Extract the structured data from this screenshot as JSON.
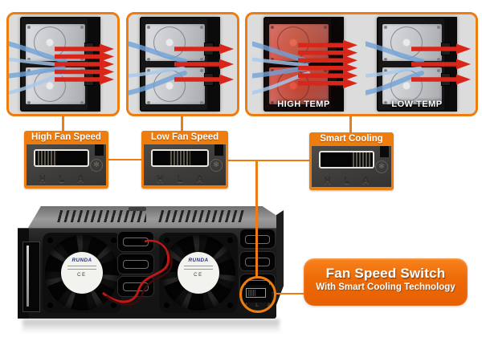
{
  "colors": {
    "orange": "#EE7D10",
    "panel_bg": "#DCDCDC",
    "red": "#D8271A",
    "blue": "#6FA3D8",
    "blue_light": "#A6C9EE",
    "cage_black": "#161616",
    "drive_gray": "#C3C5C9"
  },
  "bays": {
    "high_speed": {
      "blue_streams": 4,
      "red_arrows": 5,
      "tint": "none",
      "label": ""
    },
    "low_speed": {
      "blue_streams": 3,
      "red_arrows": 3,
      "tint": "none",
      "label": ""
    },
    "smart_high": {
      "blue_streams": 4,
      "red_arrows": 6,
      "tint": "red",
      "label": "HIGH TEMP"
    },
    "smart_low": {
      "blue_streams": 3,
      "red_arrows": 3,
      "tint": "none",
      "label": "LOW TEMP"
    }
  },
  "switches": [
    {
      "label": "High Fan Speed",
      "position": "H",
      "markings": [
        "H",
        "L",
        "A"
      ]
    },
    {
      "label": "Low Fan Speed",
      "position": "L",
      "markings": [
        "H",
        "L",
        "A"
      ]
    },
    {
      "label": "Smart Cooling",
      "position": "A",
      "markings": [
        "H",
        "L",
        "A"
      ]
    }
  ],
  "callout": {
    "title": "Fan Speed Switch",
    "subtitle": "With Smart Cooling Technology"
  },
  "device": {
    "fan_label_brand": "RUNDA",
    "fan_label_cert": "CE",
    "switch_markings": [
      "H",
      "L",
      "A"
    ]
  }
}
